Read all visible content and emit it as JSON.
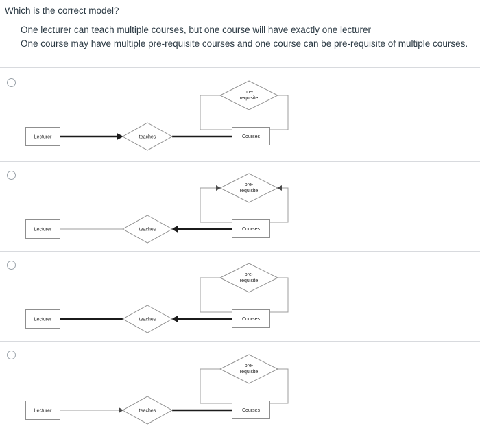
{
  "question": {
    "title": "Which is the correct model?",
    "description_lines": [
      "One lecturer can teach multiple courses, but one course will have exactly one lecturer",
      "One course may have multiple pre-requisite courses and one course can be pre-requisite of multiple courses."
    ]
  },
  "diagram_labels": {
    "entity_left": "Lecturer",
    "relationship": "teaches",
    "entity_right": "Courses",
    "self_relationship_line1": "pre-",
    "self_relationship_line2": "requisite"
  },
  "colors": {
    "text": "#2d3b45",
    "divider": "#d8dade",
    "radio_border": "#9aa2a9",
    "shape_border": "#8f8f8f",
    "thin_line": "#9c9c9c",
    "thick_line": "#1b1b1b",
    "small_arrow": "#4a4a4a",
    "label_text": "#1f1f1f"
  },
  "options": [
    {
      "value": "option-1",
      "selected": false,
      "edges": {
        "lecturer_teaches": {
          "weight": "thick",
          "arrowhead": "large-solid"
        },
        "teaches_courses": {
          "weight": "thick",
          "arrowhead": "none"
        },
        "prerequisite_loop": {
          "weight": "thin",
          "arrowheads_into_diamond": false
        }
      }
    },
    {
      "value": "option-2",
      "selected": false,
      "edges": {
        "lecturer_teaches": {
          "weight": "thin",
          "arrowhead": "none"
        },
        "teaches_courses": {
          "weight": "thick",
          "arrowhead": "large-solid"
        },
        "prerequisite_loop": {
          "weight": "thin",
          "arrowheads_into_diamond": true
        }
      }
    },
    {
      "value": "option-3",
      "selected": false,
      "edges": {
        "lecturer_teaches": {
          "weight": "thick",
          "arrowhead": "none"
        },
        "teaches_courses": {
          "weight": "thick",
          "arrowhead": "large-solid"
        },
        "prerequisite_loop": {
          "weight": "thin",
          "arrowheads_into_diamond": false
        }
      }
    },
    {
      "value": "option-4",
      "selected": false,
      "edges": {
        "lecturer_teaches": {
          "weight": "thin",
          "arrowhead": "small"
        },
        "teaches_courses": {
          "weight": "thick",
          "arrowhead": "none"
        },
        "prerequisite_loop": {
          "weight": "thin",
          "arrowheads_into_diamond": false
        }
      }
    }
  ]
}
